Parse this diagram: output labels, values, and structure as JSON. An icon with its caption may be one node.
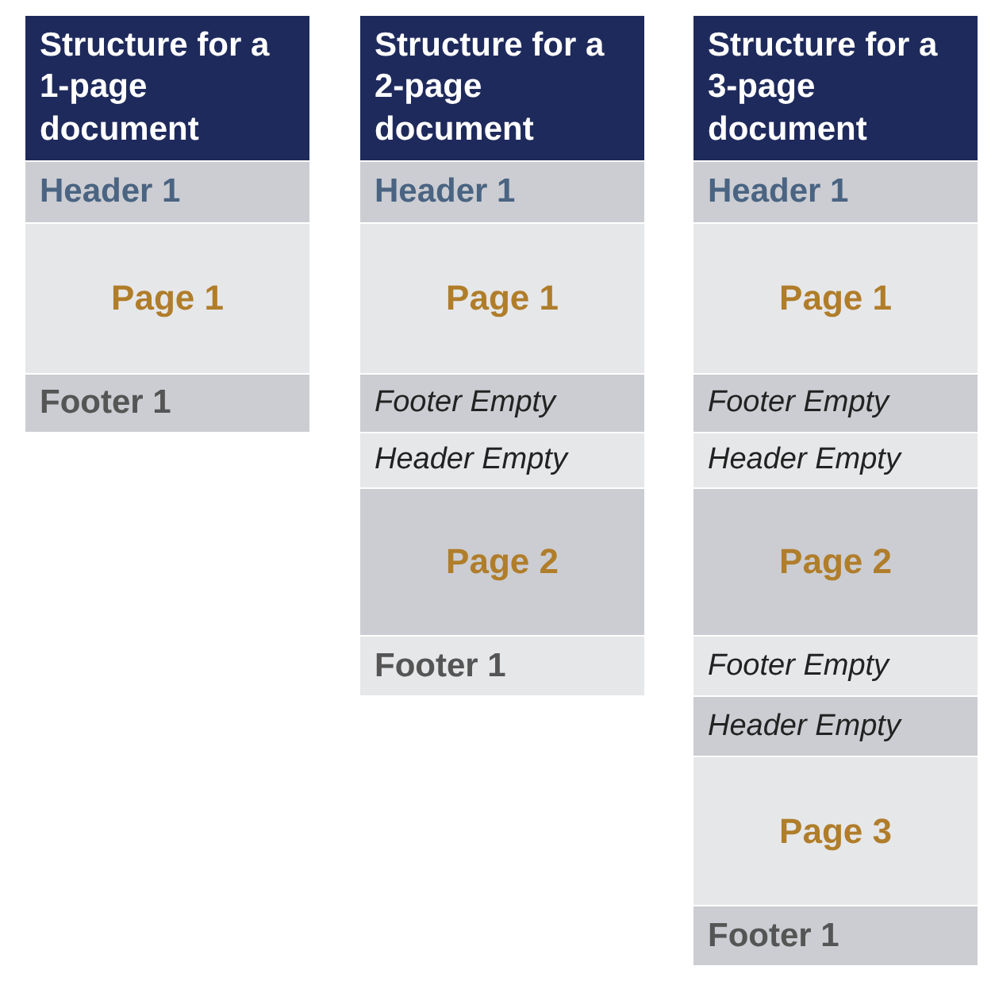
{
  "diagram": {
    "nodes": [
      {
        "text": [
          "Structure for a 1-page document"
        ]
      },
      {
        "text": [
          "Header 1"
        ]
      },
      {
        "text": [
          "Page 1"
        ]
      },
      {
        "text": [
          "Footer 1"
        ]
      },
      {
        "text": [
          "Structure for a 2-page document"
        ]
      },
      {
        "text": [
          "Header 1"
        ]
      },
      {
        "text": [
          "Page 1"
        ]
      },
      {
        "text": [
          "Footer Empty"
        ]
      },
      {
        "text": [
          "Header Empty"
        ]
      },
      {
        "text": [
          "Page 2"
        ]
      },
      {
        "text": [
          "Footer 1"
        ]
      },
      {
        "text": [
          "Structure for a 3-page document"
        ]
      },
      {
        "text": [
          "Header 1"
        ]
      },
      {
        "text": [
          "Page 1"
        ]
      },
      {
        "text": [
          "Footer Empty"
        ]
      },
      {
        "text": [
          "Header Empty"
        ]
      },
      {
        "text": [
          "Page 2"
        ]
      },
      {
        "text": [
          "Footer Empty"
        ]
      },
      {
        "text": [
          "Header Empty"
        ]
      },
      {
        "text": [
          "Page 3"
        ]
      },
      {
        "text": [
          "Footer 1"
        ]
      }
    ],
    "edges": []
  }
}
